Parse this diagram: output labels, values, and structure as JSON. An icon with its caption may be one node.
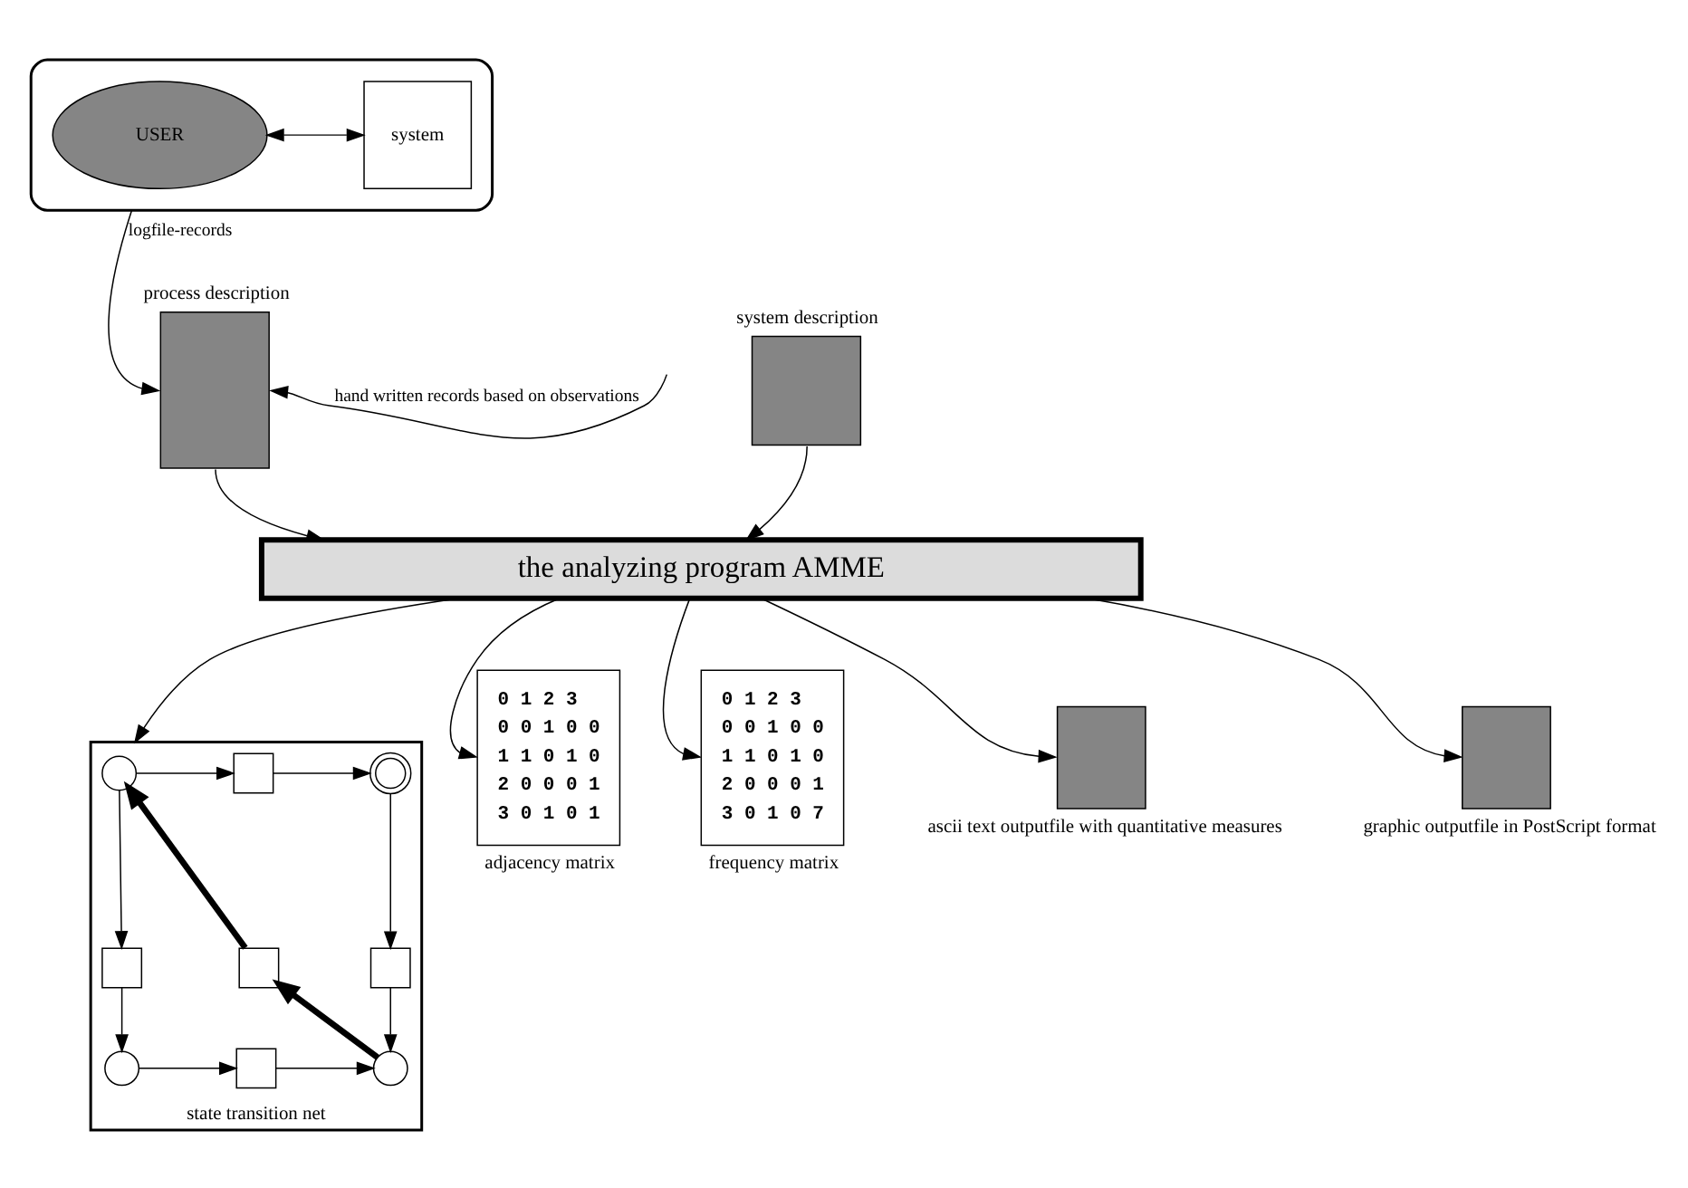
{
  "diagram": {
    "nodes": [
      {
        "text": [],
        "shape": "box"
      },
      {
        "text": [
          "USER"
        ],
        "in": 0
      },
      {
        "text": [
          "system"
        ],
        "in": 0
      },
      {
        "text": [],
        "shape": "box",
        "beside": [
          "process description"
        ]
      },
      {
        "text": [],
        "shape": "box",
        "beside": [
          "system description"
        ]
      },
      {
        "text": [
          "the analyzing program AMME"
        ]
      },
      {
        "text": [],
        "shape": "box",
        "beside": [
          "state transition net"
        ]
      },
      {
        "text": [],
        "shape": "circle",
        "in": 6
      },
      {
        "text": [],
        "shape": "box",
        "in": 6
      },
      {
        "text": [],
        "shape": "circle",
        "in": 6
      },
      {
        "text": [],
        "shape": "box",
        "in": 6
      },
      {
        "text": [],
        "shape": "box",
        "in": 6
      },
      {
        "text": [],
        "shape": "box",
        "in": 6
      },
      {
        "text": [],
        "shape": "circle",
        "in": 6
      },
      {
        "text": [],
        "shape": "box",
        "in": 6
      },
      {
        "text": [],
        "shape": "circle",
        "in": 6
      },
      {
        "text": [
          "0 1 2 3",
          "0 0 1 0 0",
          "1 1 0 1 0",
          "2 0 0 0 1",
          "3 0 1 0 1"
        ],
        "beside": [
          "adjacency matrix"
        ]
      },
      {
        "text": [
          "0 1 2 3",
          "0 0 1 0 0",
          "1 1 0 1 0",
          "2 0 0 0 1",
          "3 0 1 0 7"
        ],
        "beside": [
          "frequency matrix"
        ]
      },
      {
        "text": [],
        "shape": "box",
        "beside": [
          "ascii text outputfile with quantitative measures"
        ]
      },
      {
        "text": [],
        "shape": "box",
        "beside": [
          "graphic outputfile in PostScript format"
        ]
      }
    ],
    "edges": [
      {
        "from": 1,
        "to": 2,
        "arrow": "both"
      },
      {
        "from": 0,
        "to": 3,
        "arrow": "to",
        "label": "logfile-records"
      },
      {
        "from": null,
        "to": 3,
        "arrow": "to",
        "label": "hand written records based on observations"
      },
      {
        "from": 4,
        "to": 5,
        "arrow": "to"
      },
      {
        "from": 3,
        "to": 5,
        "arrow": "to"
      },
      {
        "from": 5,
        "to": 6,
        "arrow": "to"
      },
      {
        "from": 5,
        "to": 16,
        "arrow": "to"
      },
      {
        "from": 5,
        "to": 17,
        "arrow": "to"
      },
      {
        "from": 5,
        "to": 18,
        "arrow": "to"
      },
      {
        "from": 5,
        "to": 19,
        "arrow": "to"
      },
      {
        "from": 7,
        "to": 8,
        "arrow": "to"
      },
      {
        "from": 8,
        "to": 9,
        "arrow": "to"
      },
      {
        "from": 7,
        "to": 10,
        "arrow": "to"
      },
      {
        "from": 9,
        "to": 12,
        "arrow": "to"
      },
      {
        "from": 10,
        "to": 13,
        "arrow": "to"
      },
      {
        "from": 12,
        "to": 15,
        "arrow": "to"
      },
      {
        "from": 13,
        "to": 14,
        "arrow": "to"
      },
      {
        "from": 14,
        "to": 15,
        "arrow": "to"
      },
      {
        "from": 15,
        "to": 11,
        "arrow": "to",
        "style": "thick"
      },
      {
        "from": 11,
        "to": 7,
        "arrow": "to",
        "style": "thick"
      }
    ]
  }
}
